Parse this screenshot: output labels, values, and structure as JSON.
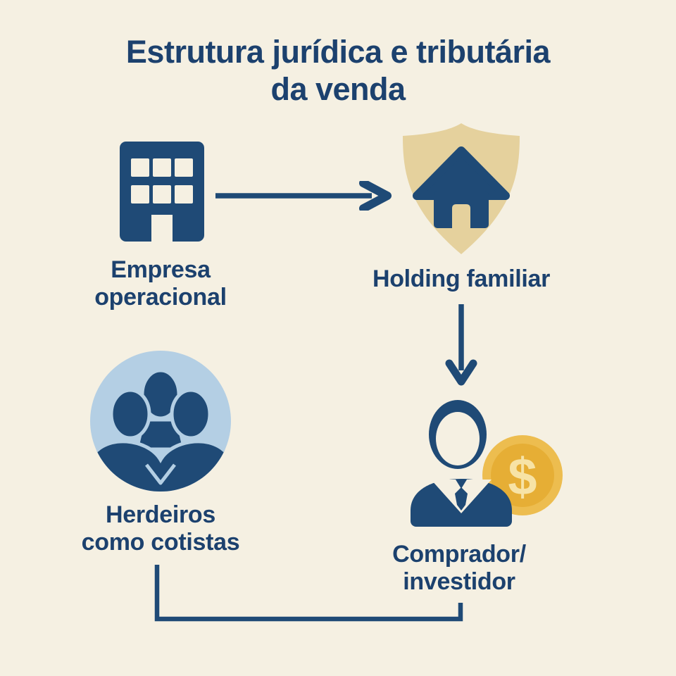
{
  "title": {
    "text": "Estrutura jurídica e tributária da venda",
    "lines": [
      "Estrutura jurídica e tributária",
      "da venda"
    ]
  },
  "diagram": {
    "nodes": [
      {
        "id": "empresa-operacional",
        "icon": "building-icon",
        "label": "Empresa operacional",
        "lines": [
          "Empresa",
          "operacional"
        ]
      },
      {
        "id": "holding-familiar",
        "icon": "shield-house-icon",
        "label": "Holding familiar",
        "lines": [
          "Holding familiar"
        ]
      },
      {
        "id": "herdeiros-cotistas",
        "icon": "people-group-icon",
        "label": "Herdeiros como cotistas",
        "lines": [
          "Herdeiros",
          "como cotistas"
        ]
      },
      {
        "id": "comprador-investidor",
        "icon": "businessman-coin-icon",
        "label": "Comprador/investidor",
        "lines": [
          "Comprador/",
          "investidor"
        ]
      }
    ],
    "connections": [
      {
        "from": "empresa-operacional",
        "to": "holding-familiar",
        "style": "arrow-right"
      },
      {
        "from": "holding-familiar",
        "to": "comprador-investidor",
        "style": "arrow-down"
      },
      {
        "from": "herdeiros-cotistas",
        "to": "comprador-investidor",
        "style": "elbow-line"
      }
    ],
    "coin_symbol": "$"
  },
  "colors": {
    "background": "#F5F0E2",
    "navy_icon": "#1F4A76",
    "navy_text": "#1C416E",
    "shield_tan": "#E5D19D",
    "circle_light_blue": "#B4CFE4",
    "coin_gold_outer": "#EDBD4F",
    "coin_gold_inner": "#E6AE35",
    "coin_symbol_color": "#F7E3A6"
  }
}
